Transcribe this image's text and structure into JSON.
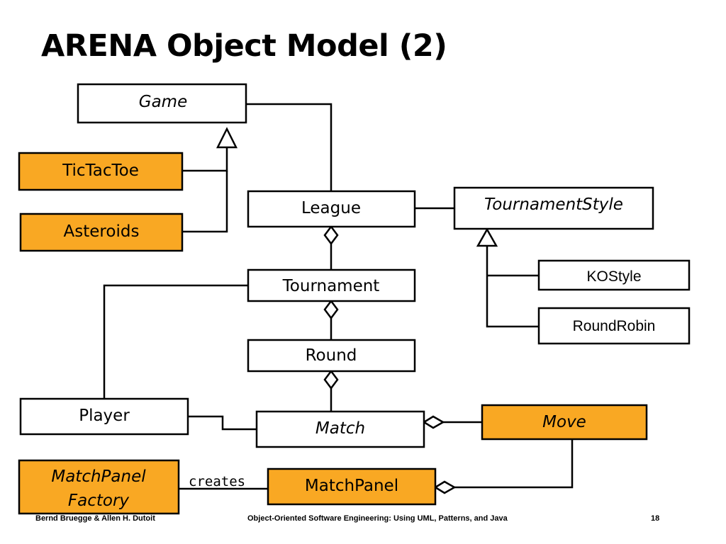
{
  "slide": {
    "title": "ARENA Object Model (2)"
  },
  "classes": {
    "game": "Game",
    "tictactoe": "TicTacToe",
    "asteroids": "Asteroids",
    "league": "League",
    "tournament_style": "TournamentStyle",
    "tournament": "Tournament",
    "ko_style": "KOStyle",
    "round_robin": "RoundRobin",
    "round": "Round",
    "player": "Player",
    "match": "Match",
    "move": "Move",
    "match_panel_factory_line1": "MatchPanel",
    "match_panel_factory_line2": "Factory",
    "match_panel": "MatchPanel"
  },
  "edges": {
    "creates": "creates"
  },
  "footer": {
    "authors": "Bernd Bruegge & Allen H. Dutoit",
    "course": "Object-Oriented Software Engineering: Using UML, Patterns, and Java",
    "page": "18"
  },
  "colors": {
    "highlight": "#F9A823",
    "plain": "#FFFFFF"
  }
}
